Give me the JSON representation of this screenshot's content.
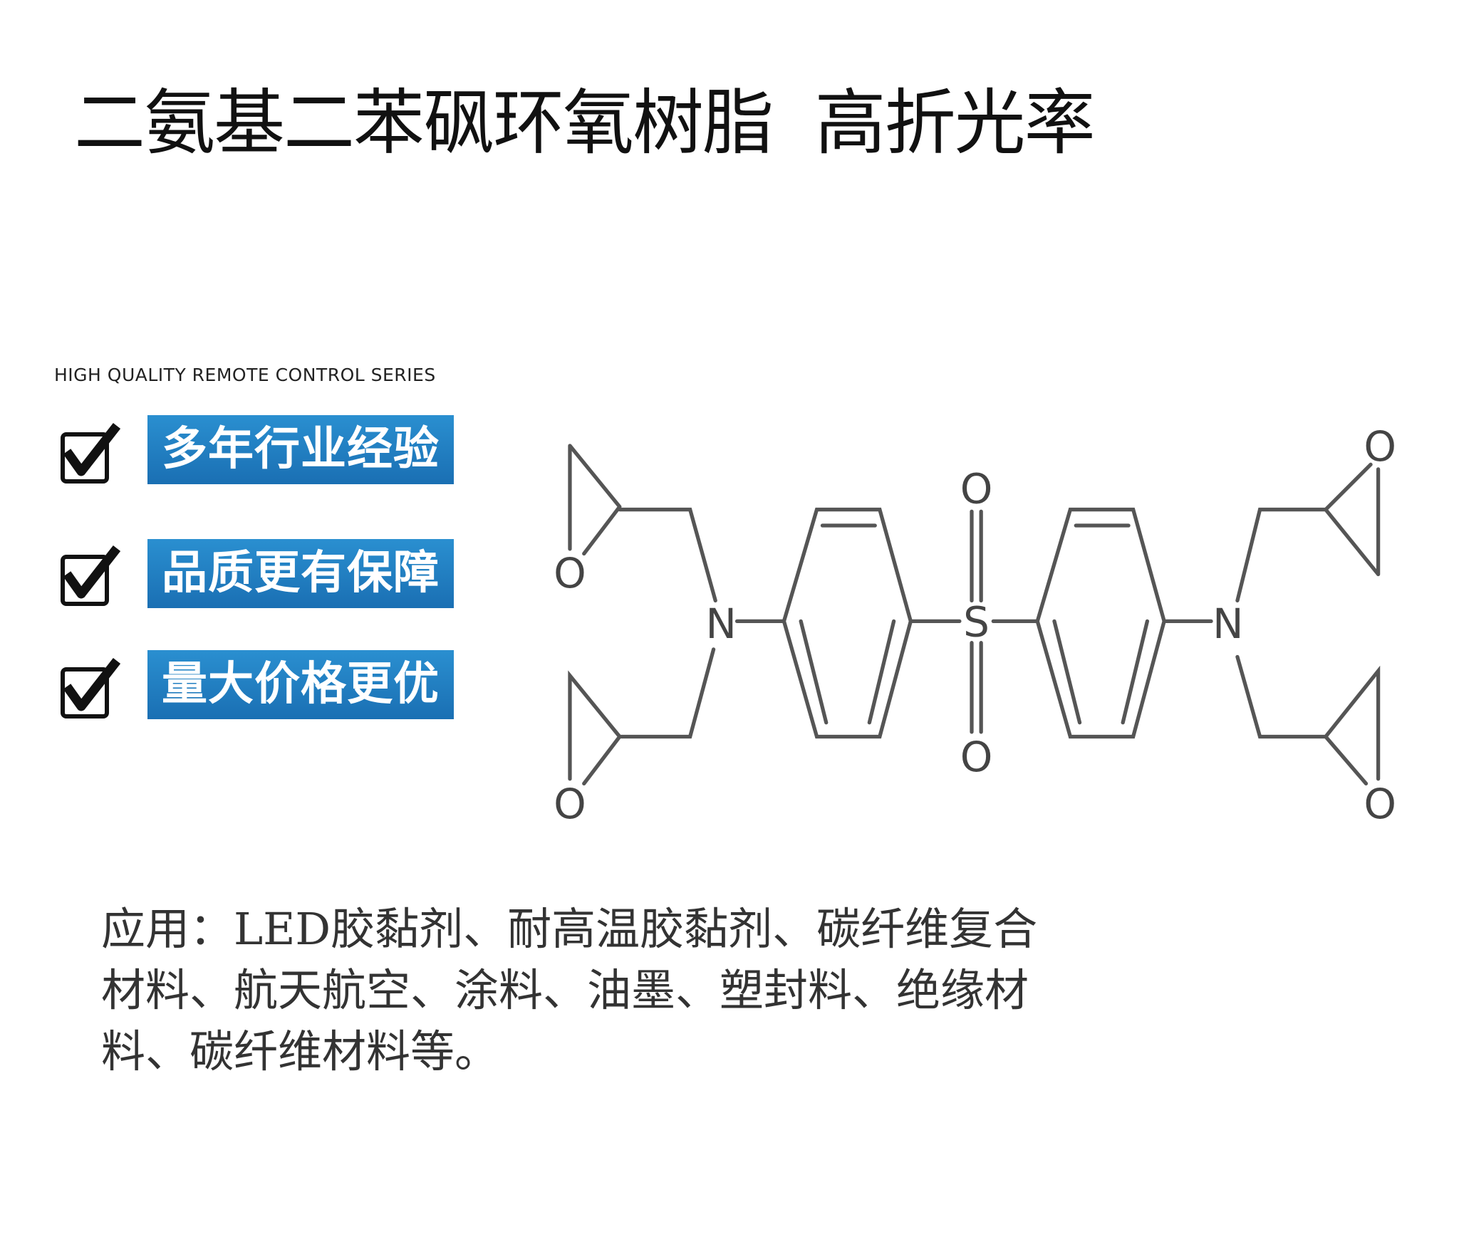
{
  "title": "二氨基二苯砜环氧树脂  高折光率",
  "series_label": "HIGH QUALITY REMOTE CONTROL SERIES",
  "features": [
    {
      "label": "多年行业经验",
      "icon": "checkbox-checked-icon"
    },
    {
      "label": "品质更有保障",
      "icon": "checkbox-checked-icon"
    },
    {
      "label": "量大价格更优",
      "icon": "checkbox-checked-icon"
    }
  ],
  "badge_color": "#1f7bc0",
  "molecule": {
    "atoms": {
      "n_left": "N",
      "n_right": "N",
      "s": "S",
      "o": "O"
    }
  },
  "application": {
    "lines": [
      "应用：LED胶黏剂、耐高温胶黏剂、碳纤维复合",
      "材料、航天航空、涂料、油墨、塑封料、绝缘材",
      "料、碳纤维材料等。"
    ]
  }
}
